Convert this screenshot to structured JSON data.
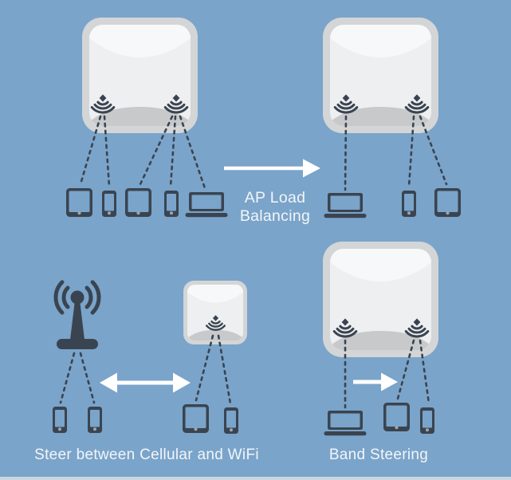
{
  "title": "Wi-Fi access point steering infographic",
  "colors": {
    "background": "#7AA4CA",
    "device": "#3A4450",
    "ap_frame": "#D3D5D7",
    "ap_face": "#EDEFF1",
    "ap_highlight": "#F7F8FA",
    "ap_shadow": "#C7C9CB",
    "home_dot": "#9BA7B2",
    "text": "#F2F5F8",
    "arrow": "#FFFFFF",
    "bottom_strip": "#CAD6E0"
  },
  "icons": [
    "access-point-icon",
    "wifi-signal-icon",
    "cell-tower-icon",
    "tablet-icon",
    "phone-icon",
    "laptop-icon",
    "arrow-right-icon",
    "arrow-double-icon"
  ],
  "sections": {
    "ap_load_balancing": {
      "caption_lines": [
        "AP Load",
        "Balancing"
      ],
      "before": {
        "access_points": 1,
        "radios": 2,
        "clients": [
          "tablet",
          "phone",
          "tablet",
          "phone",
          "laptop"
        ],
        "clients_per_radio": [
          2,
          3
        ]
      },
      "after": {
        "access_points": 1,
        "radios": 2,
        "clients": [
          "laptop",
          "phone",
          "tablet"
        ],
        "clients_per_radio": [
          1,
          2
        ]
      }
    },
    "steer_between_cellular_and_wifi": {
      "caption": "Steer between Cellular and WiFi",
      "cellular_tower_clients": [
        "phone",
        "phone"
      ],
      "wifi_ap_clients": [
        "tablet",
        "phone"
      ]
    },
    "band_steering": {
      "caption": "Band Steering",
      "access_points": 1,
      "radios": 2,
      "clients": [
        "laptop",
        "tablet",
        "phone"
      ],
      "clients_per_radio": [
        1,
        2
      ]
    }
  }
}
